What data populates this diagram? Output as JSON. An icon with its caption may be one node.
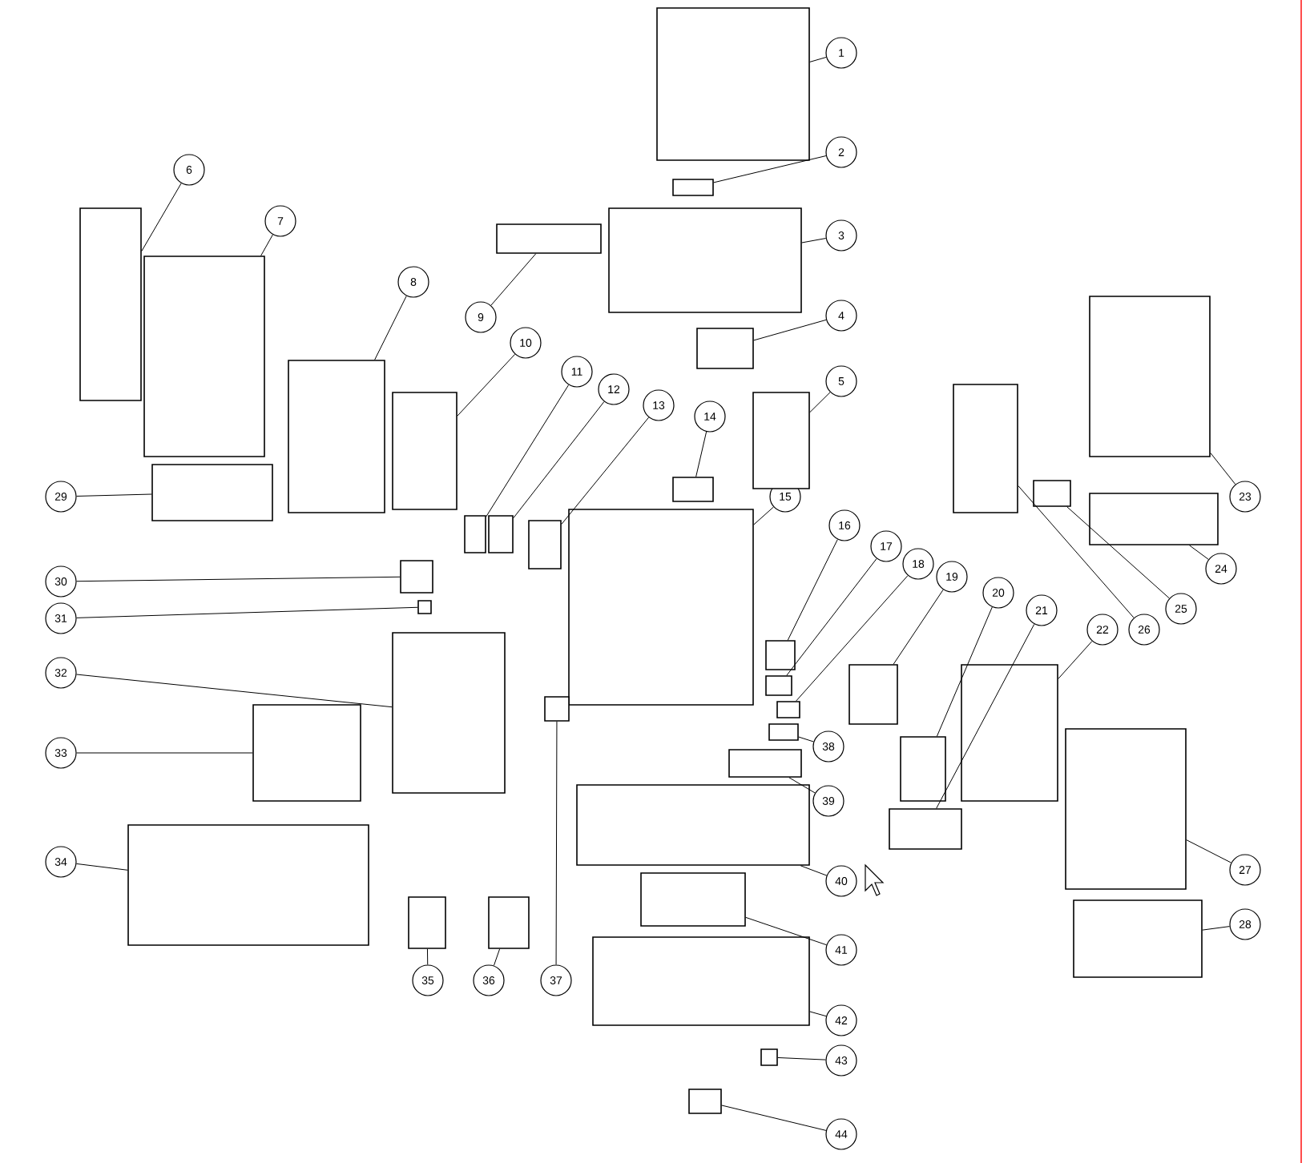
{
  "diagram": {
    "nodes": [
      {
        "text": [
          "1"
        ]
      },
      {
        "text": [
          "2"
        ]
      },
      {
        "text": [
          "3"
        ]
      },
      {
        "text": [
          "4"
        ]
      },
      {
        "text": [
          "5"
        ]
      },
      {
        "text": [
          "6"
        ]
      },
      {
        "text": [
          "7"
        ]
      },
      {
        "text": [
          "8"
        ]
      },
      {
        "text": [
          "9"
        ]
      },
      {
        "text": [
          "10"
        ]
      },
      {
        "text": [
          "11"
        ]
      },
      {
        "text": [
          "12"
        ]
      },
      {
        "text": [
          "13"
        ]
      },
      {
        "text": [
          "14"
        ]
      },
      {
        "text": [
          "15"
        ]
      },
      {
        "text": [
          "16"
        ]
      },
      {
        "text": [
          "17"
        ]
      },
      {
        "text": [
          "18"
        ]
      },
      {
        "text": [
          "19"
        ]
      },
      {
        "text": [
          "20"
        ]
      },
      {
        "text": [
          "21"
        ]
      },
      {
        "text": [
          "22"
        ]
      },
      {
        "text": [
          "23"
        ]
      },
      {
        "text": [
          "24"
        ]
      },
      {
        "text": [
          "25"
        ]
      },
      {
        "text": [
          "26"
        ]
      },
      {
        "text": [
          "27"
        ]
      },
      {
        "text": [
          "28"
        ]
      },
      {
        "text": [
          "29"
        ]
      },
      {
        "text": [
          "30"
        ]
      },
      {
        "text": [
          "31"
        ]
      },
      {
        "text": [
          "32"
        ]
      },
      {
        "text": [
          "33"
        ]
      },
      {
        "text": [
          "34"
        ]
      },
      {
        "text": [
          "35"
        ]
      },
      {
        "text": [
          "36"
        ]
      },
      {
        "text": [
          "37"
        ]
      },
      {
        "text": [
          "38"
        ]
      },
      {
        "text": [
          "39"
        ]
      },
      {
        "text": [
          "40"
        ]
      },
      {
        "text": [
          "41"
        ]
      },
      {
        "text": [
          "42"
        ]
      },
      {
        "text": [
          "43"
        ]
      },
      {
        "text": [
          "44"
        ]
      },
      {
        "text": [],
        "shape": "box"
      },
      {
        "text": [],
        "shape": "box"
      },
      {
        "text": [],
        "shape": "box"
      },
      {
        "text": [],
        "shape": "box"
      },
      {
        "text": [],
        "shape": "box"
      },
      {
        "text": [],
        "shape": "box"
      },
      {
        "text": [],
        "shape": "box"
      },
      {
        "text": [],
        "shape": "box"
      },
      {
        "text": [],
        "shape": "box"
      },
      {
        "text": [],
        "shape": "box"
      },
      {
        "text": [],
        "shape": "box"
      },
      {
        "text": [],
        "shape": "box"
      },
      {
        "text": [],
        "shape": "box"
      },
      {
        "text": [],
        "shape": "box"
      },
      {
        "text": [],
        "shape": "box"
      },
      {
        "text": [],
        "shape": "box"
      },
      {
        "text": [],
        "shape": "box"
      },
      {
        "text": [],
        "shape": "box"
      },
      {
        "text": [],
        "shape": "box"
      },
      {
        "text": [],
        "shape": "box"
      },
      {
        "text": [],
        "shape": "box"
      },
      {
        "text": [],
        "shape": "box"
      },
      {
        "text": [],
        "shape": "box"
      },
      {
        "text": [],
        "shape": "box"
      },
      {
        "text": [],
        "shape": "box"
      },
      {
        "text": [],
        "shape": "box"
      },
      {
        "text": [],
        "shape": "box"
      },
      {
        "text": [],
        "shape": "box"
      },
      {
        "text": [],
        "shape": "box"
      },
      {
        "text": [],
        "shape": "box"
      },
      {
        "text": [],
        "shape": "box"
      },
      {
        "text": [],
        "shape": "box"
      },
      {
        "text": [],
        "shape": "box"
      },
      {
        "text": [],
        "shape": "box"
      },
      {
        "text": [],
        "shape": "box"
      },
      {
        "text": [],
        "shape": "box"
      },
      {
        "text": [],
        "shape": "box"
      },
      {
        "text": [],
        "shape": "box"
      },
      {
        "text": [],
        "shape": "box"
      },
      {
        "text": [],
        "shape": "box"
      },
      {
        "text": [],
        "shape": "box"
      },
      {
        "text": [],
        "shape": "box"
      },
      {
        "text": [],
        "shape": "box"
      },
      {
        "text": [],
        "shape": "box"
      }
    ],
    "edges": [
      {
        "from": 0,
        "to": 44,
        "arrow": "none"
      },
      {
        "from": 1,
        "to": 45,
        "arrow": "none"
      },
      {
        "from": 2,
        "to": 46,
        "arrow": "none"
      },
      {
        "from": 3,
        "to": 47,
        "arrow": "none"
      },
      {
        "from": 4,
        "to": 48,
        "arrow": "none"
      },
      {
        "from": 5,
        "to": 49,
        "arrow": "none"
      },
      {
        "from": 6,
        "to": 50,
        "arrow": "none"
      },
      {
        "from": 7,
        "to": 51,
        "arrow": "none"
      },
      {
        "from": 8,
        "to": 52,
        "arrow": "none"
      },
      {
        "from": 9,
        "to": 53,
        "arrow": "none"
      },
      {
        "from": 10,
        "to": 54,
        "arrow": "none"
      },
      {
        "from": 11,
        "to": 55,
        "arrow": "none"
      },
      {
        "from": 12,
        "to": 56,
        "arrow": "none"
      },
      {
        "from": 13,
        "to": 57,
        "arrow": "none"
      },
      {
        "from": 14,
        "to": 58,
        "arrow": "none"
      },
      {
        "from": 15,
        "to": 59,
        "arrow": "none"
      },
      {
        "from": 16,
        "to": 60,
        "arrow": "none"
      },
      {
        "from": 17,
        "to": 61,
        "arrow": "none"
      },
      {
        "from": 18,
        "to": 62,
        "arrow": "none"
      },
      {
        "from": 19,
        "to": 63,
        "arrow": "none"
      },
      {
        "from": 20,
        "to": 64,
        "arrow": "none"
      },
      {
        "from": 21,
        "to": 65,
        "arrow": "none"
      },
      {
        "from": 22,
        "to": 66,
        "arrow": "none"
      },
      {
        "from": 23,
        "to": 67,
        "arrow": "none"
      },
      {
        "from": 24,
        "to": 68,
        "arrow": "none"
      },
      {
        "from": 25,
        "to": 69,
        "arrow": "none"
      },
      {
        "from": 26,
        "to": 70,
        "arrow": "none"
      },
      {
        "from": 27,
        "to": 71,
        "arrow": "none"
      },
      {
        "from": 28,
        "to": 72,
        "arrow": "none"
      },
      {
        "from": 29,
        "to": 73,
        "arrow": "none"
      },
      {
        "from": 30,
        "to": 74,
        "arrow": "none"
      },
      {
        "from": 31,
        "to": 75,
        "arrow": "none"
      },
      {
        "from": 32,
        "to": 76,
        "arrow": "none"
      },
      {
        "from": 33,
        "to": 77,
        "arrow": "none"
      },
      {
        "from": 34,
        "to": 78,
        "arrow": "none"
      },
      {
        "from": 35,
        "to": 79,
        "arrow": "none"
      },
      {
        "from": 36,
        "to": 80,
        "arrow": "none"
      },
      {
        "from": 37,
        "to": 81,
        "arrow": "none"
      },
      {
        "from": 38,
        "to": 82,
        "arrow": "none"
      },
      {
        "from": 39,
        "to": 83,
        "arrow": "none"
      },
      {
        "from": 40,
        "to": 84,
        "arrow": "none"
      },
      {
        "from": 41,
        "to": 85,
        "arrow": "none"
      },
      {
        "from": 42,
        "to": 86,
        "arrow": "none"
      },
      {
        "from": 43,
        "to": 87,
        "arrow": "none"
      }
    ]
  }
}
